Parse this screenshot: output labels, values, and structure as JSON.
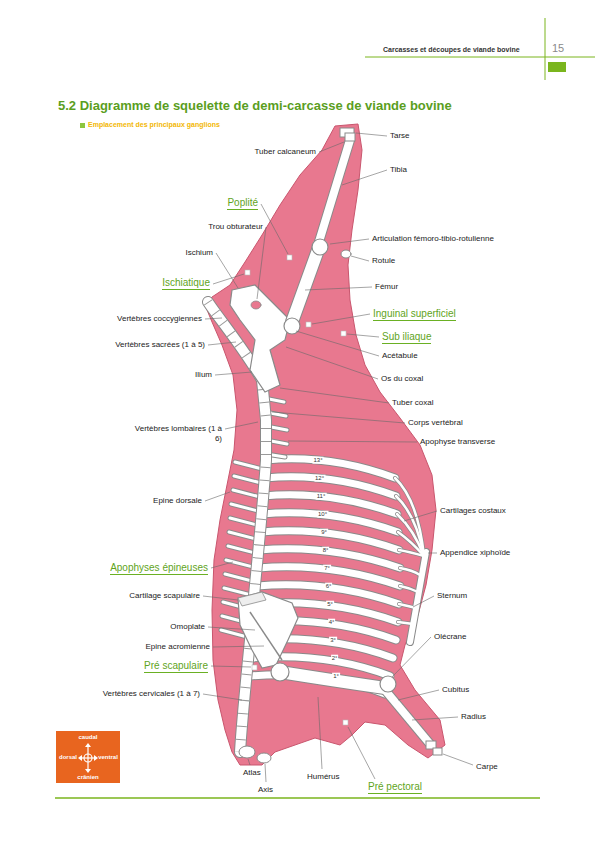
{
  "diagram": {
    "title": "5.2 Diagramme de squelette de demi-carcasse de viande bovine",
    "labels": [
      "Carcasses et découpes de viande bovine",
      "15",
      "Tarse",
      "Tuber calcaneum",
      "Tibia",
      "Poplité",
      "Trou obturateur",
      "Articulation fémoro-tibio-rotulienne",
      "Ischium",
      "Rotule",
      "Ischiatique",
      "Fémur",
      "Vertèbres coccygiennes",
      "Inguinal superficiel",
      "Sub iliaque",
      "Vertèbres sacrées (1 à 5)",
      "Acétabule",
      "Ilium",
      "Os du coxal",
      "Tuber coxal",
      "Vertèbres lombaires (1 à 6)",
      "Corps vertébral",
      "Apophyse transverse",
      "Epine dorsale",
      "Cartilages costaux",
      "Appendice xiphoïde",
      "Apophyses épineuses",
      "Cartilage scapulaire",
      "Sternum",
      "Omoplate",
      "Olécrane",
      "Epine acromienne",
      "Pré scapulaire",
      "Vertèbres cervicales (1 à 7)",
      "Cubitus",
      "Radius",
      "Carpe",
      "Atlas",
      "Axis",
      "Humérus",
      "Pré pectoral",
      "13°",
      "12°",
      "11°",
      "10°",
      "9°",
      "8°",
      "7°",
      "6°",
      "5°",
      "4°",
      "3°",
      "2°",
      "1°",
      "caudal",
      "dorsal",
      "ventral",
      "crânien"
    ],
    "legend": [
      {
        "text": "Emplacement des principaux ganglions",
        "color": "#8cc63f"
      }
    ]
  }
}
